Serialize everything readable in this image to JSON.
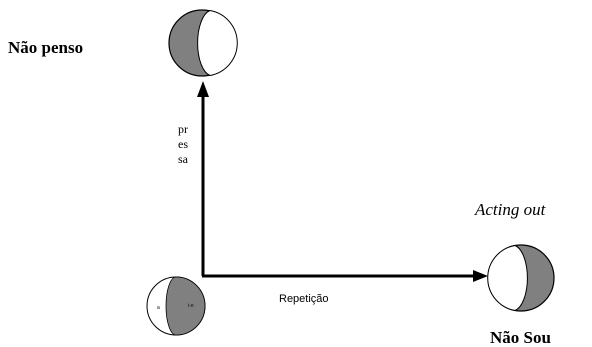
{
  "labels": {
    "nao_penso": "Não penso",
    "acting_out": "Acting out",
    "nao_sou": "Não Sou",
    "repeticao": "Repetição",
    "pressa": "pressa"
  },
  "small_circle": {
    "left_text": "a",
    "right_text": "i-o"
  },
  "colors": {
    "shade": "#808080",
    "stroke": "#000000",
    "background": "#ffffff"
  },
  "icons": {
    "top_moon": "crescent-circle-icon",
    "right_moon": "crescent-circle-icon",
    "origin_circle": "split-circle-icon",
    "arrow_up": "arrowhead-up-icon",
    "arrow_right": "arrowhead-right-icon"
  }
}
